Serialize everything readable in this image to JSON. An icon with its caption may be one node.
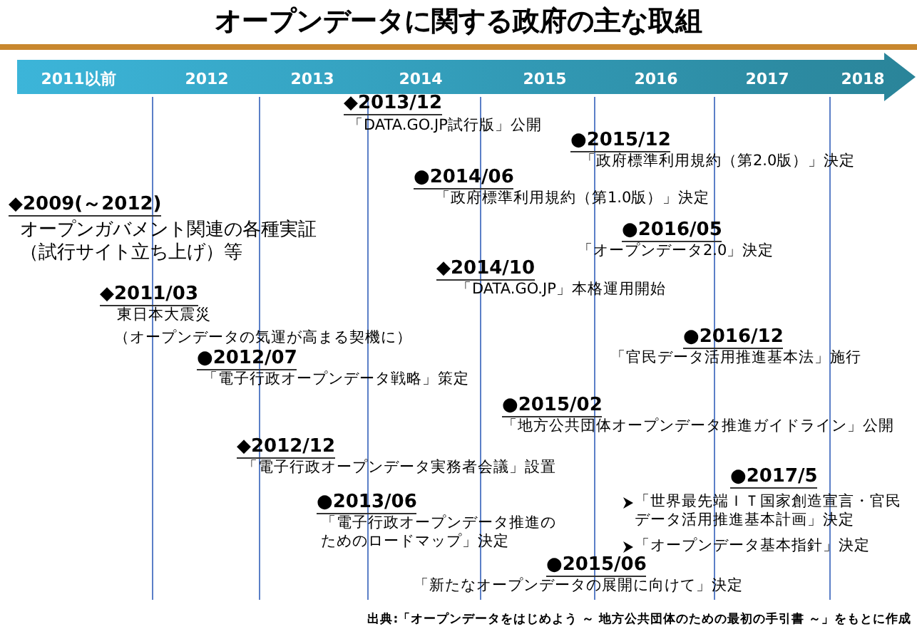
{
  "diagram": {
    "title": "オープンデータに関する政府の主な取組",
    "labels": [
      "2011以前",
      "2012",
      "2013",
      "2014",
      "2015",
      "2016",
      "2017",
      "2018",
      "◆2013/12",
      "「DATA.GO.JP試行版」公開",
      "●2015/12",
      "「政府標準利用規約（第2.0版）」決定",
      "●2014/06",
      "「政府標準利用規約（第1.0版）」決定",
      "◆2009(～2012)",
      "オープンガバメント関連の各種実証（試行サイト立ち上げ）等",
      "●2016/05",
      "「オープンデータ2.0」決定",
      "◆2014/10",
      "「DATA.GO.JP」本格運用開始",
      "◆2011/03",
      "東日本大震災",
      "（オープンデータの気運が高まる契機に）",
      "●2016/12",
      "「官民データ活用推進基本法」施行",
      "●2012/07",
      "「電子行政オープンデータ戦略」策定",
      "●2015/02",
      "「地方公共団体オープンデータ推進ガイドライン」公開",
      "◆2012/12",
      "「電子行政オープンデータ実務者会議」設置",
      "●2017/5",
      "「世界最先端ＩＴ国家創造宣言・官民データ活用推進基本計画」決定",
      "「オープンデータ基本指針」決定",
      "●2013/06",
      "「電子行政オープンデータ推進のためのロードマップ」決定",
      "●2015/06",
      "「新たなオープンデータの展開に向けて」決定"
    ],
    "caption": "出典:「オープンデータをはじめよう ～ 地方公共団体のための最初の手引書 ～」をもとに作成"
  }
}
